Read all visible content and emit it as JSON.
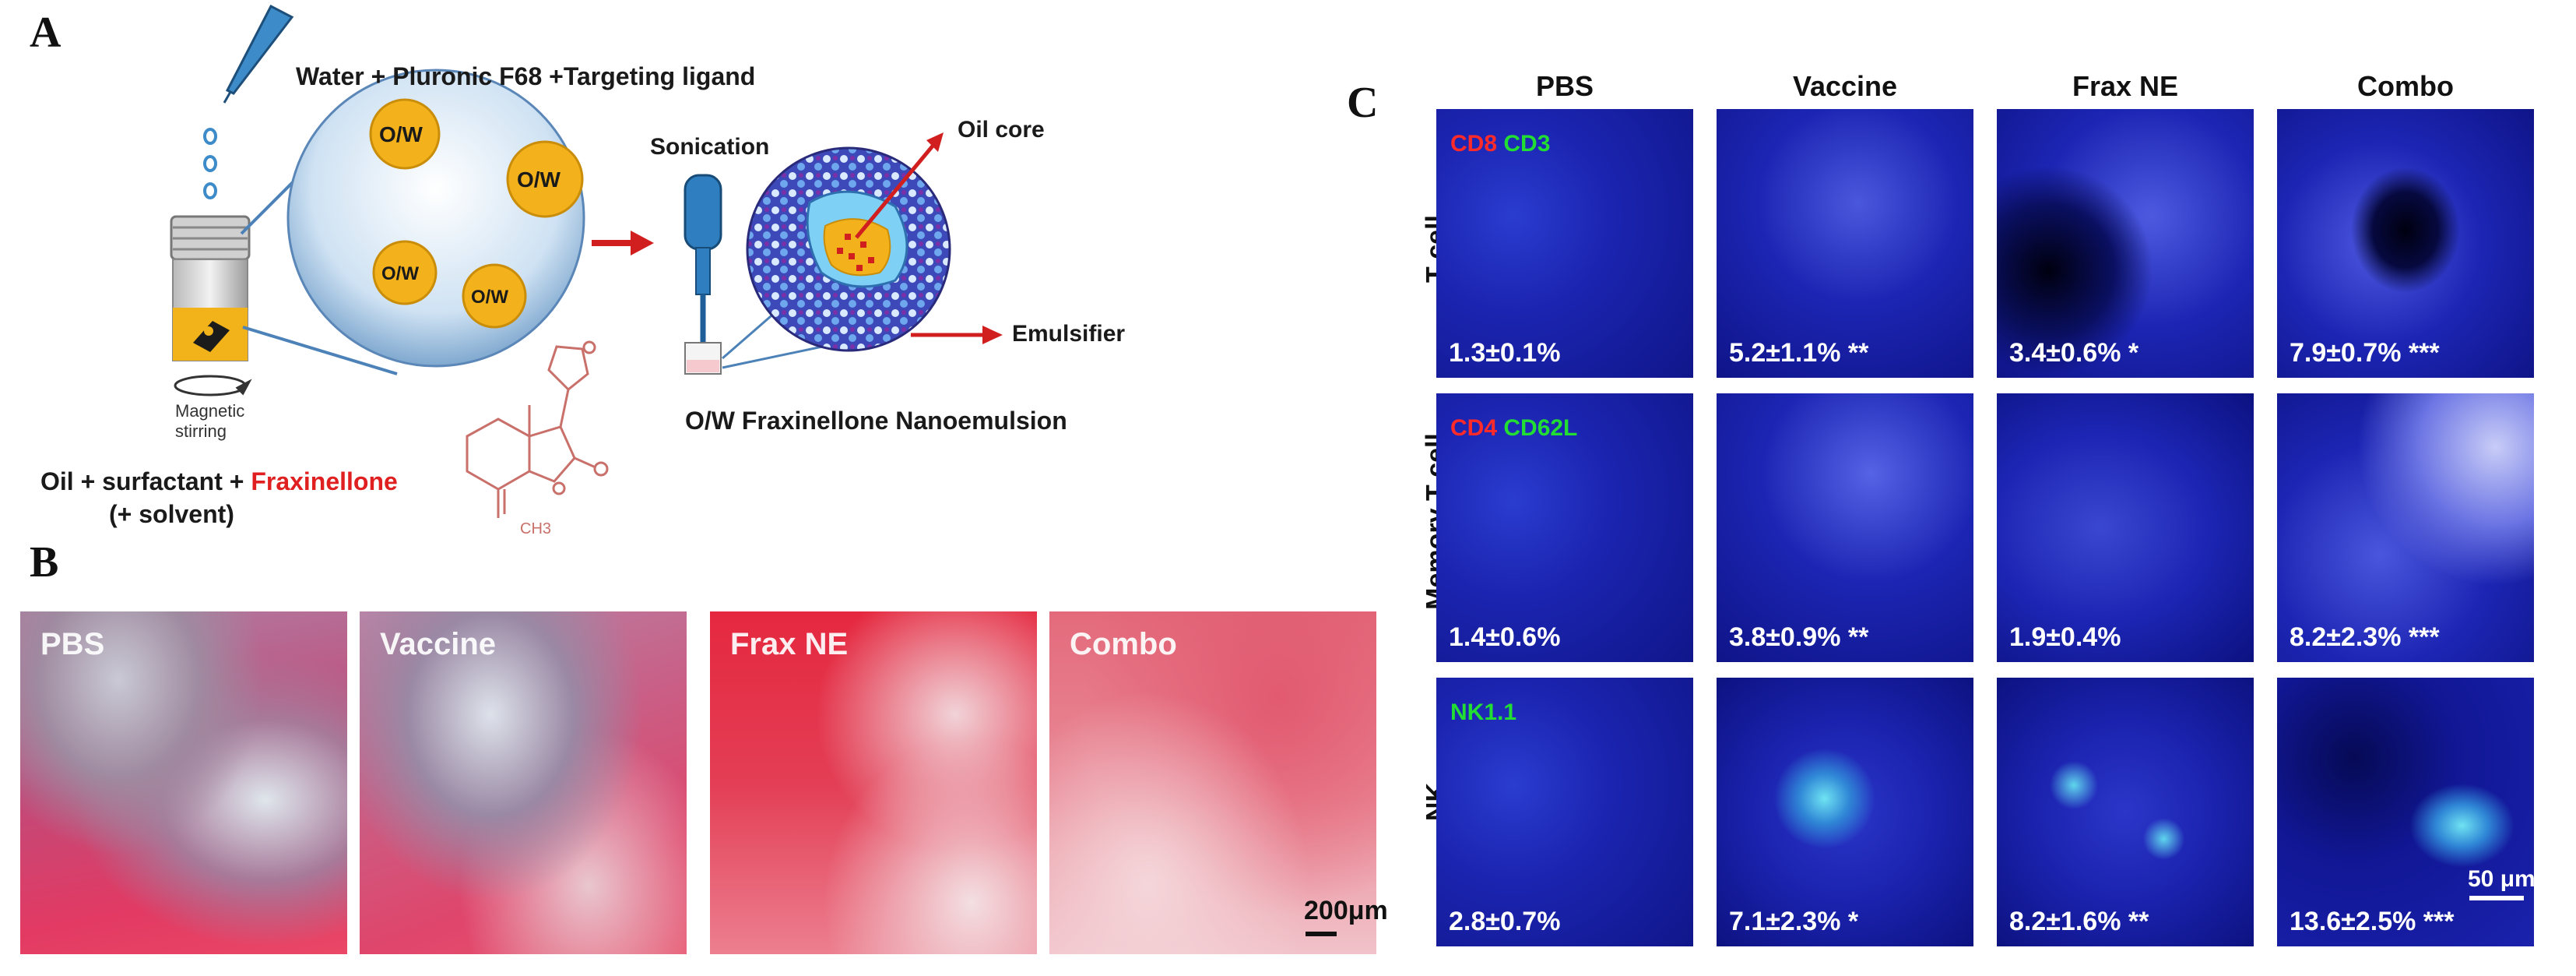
{
  "panels": {
    "a": "A",
    "b": "B",
    "c": "C"
  },
  "panel_a": {
    "aqueous_phase": "Water + Pluronic F68 +Targeting ligand",
    "droplet_label": "O/W",
    "magnetic_stirring_line1": "Magnetic",
    "magnetic_stirring_line2": "stirring",
    "oil_phase_prefix": "Oil + surfactant + ",
    "oil_phase_drug": "Fraxinellone",
    "oil_phase_solvent": "(+ solvent)",
    "sonication": "Sonication",
    "oil_core": "Oil core",
    "emulsifier": "Emulsifier",
    "product": "O/W  Fraxinellone Nanoemulsion",
    "methyl_label": "CH3",
    "colors": {
      "arrow": "#d11f1f",
      "drug_text": "#e02020",
      "droplet": "#f3b21b",
      "molecule": "#c9706a"
    }
  },
  "panel_b": {
    "images": [
      {
        "label": "PBS",
        "redness": 0.35
      },
      {
        "label": "Vaccine",
        "redness": 0.45
      },
      {
        "label": "Frax NE",
        "redness": 0.85
      },
      {
        "label": "Combo",
        "redness": 0.7
      }
    ],
    "scale_bar": "200μm"
  },
  "panel_c": {
    "columns": [
      "PBS",
      "Vaccine",
      "Frax NE",
      "Combo"
    ],
    "rows": [
      {
        "label": "T cell",
        "markers": [
          {
            "text": "CD8",
            "color": "#ff2a2a"
          },
          {
            "text": "CD3",
            "color": "#22dd33"
          }
        ],
        "values": [
          "1.3±0.1%",
          "5.2±1.1% **",
          "3.4±0.6% *",
          "7.9±0.7% ***"
        ]
      },
      {
        "label": "Memory T cell",
        "markers": [
          {
            "text": "CD4",
            "color": "#ff2a2a"
          },
          {
            "text": "CD62L",
            "color": "#22dd33"
          }
        ],
        "values": [
          "1.4±0.6%",
          "3.8±0.9% **",
          "1.9±0.4%",
          "8.2±2.3% ***"
        ]
      },
      {
        "label": "NK",
        "markers": [
          {
            "text": "NK1.1",
            "color": "#22dd33"
          }
        ],
        "values": [
          "2.8±0.7%",
          "7.1±2.3% *",
          "8.2±1.6% **",
          "13.6±2.5% ***"
        ]
      }
    ],
    "scale_bar": "50 μm"
  }
}
